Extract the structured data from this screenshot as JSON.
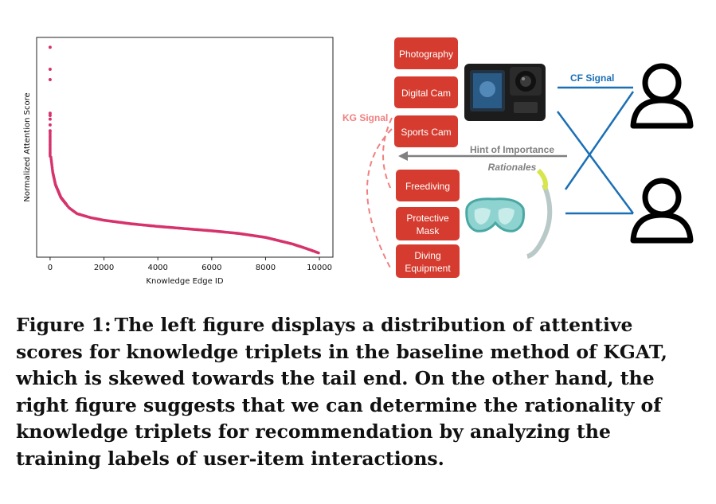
{
  "chart_data": {
    "type": "scatter",
    "title": "",
    "xlabel": "Knowledge Edge ID",
    "ylabel": "Normalized Attention Score",
    "xlim": [
      -500,
      10500
    ],
    "ylim": [
      0,
      1
    ],
    "x_ticks": [
      "0",
      "2000",
      "4000",
      "6000",
      "8000",
      "10000"
    ],
    "x_tick_values": [
      0,
      2000,
      4000,
      6000,
      8000,
      10000
    ],
    "color": "#d6336c",
    "outliers": [
      {
        "x": 0,
        "y": 0.955
      },
      {
        "x": 0,
        "y": 0.855
      },
      {
        "x": 0,
        "y": 0.808
      },
      {
        "x": 0,
        "y": 0.655
      },
      {
        "x": 0,
        "y": 0.645
      },
      {
        "x": 0,
        "y": 0.628
      },
      {
        "x": 0,
        "y": 0.602
      },
      {
        "x": 0,
        "y": 0.575
      }
    ],
    "curve": [
      {
        "x": 30,
        "y": 0.455
      },
      {
        "x": 100,
        "y": 0.385
      },
      {
        "x": 200,
        "y": 0.33
      },
      {
        "x": 400,
        "y": 0.272
      },
      {
        "x": 700,
        "y": 0.225
      },
      {
        "x": 1000,
        "y": 0.198
      },
      {
        "x": 1500,
        "y": 0.18
      },
      {
        "x": 2000,
        "y": 0.168
      },
      {
        "x": 3000,
        "y": 0.152
      },
      {
        "x": 4000,
        "y": 0.14
      },
      {
        "x": 5000,
        "y": 0.13
      },
      {
        "x": 6000,
        "y": 0.12
      },
      {
        "x": 7000,
        "y": 0.108
      },
      {
        "x": 8000,
        "y": 0.09
      },
      {
        "x": 9000,
        "y": 0.06
      },
      {
        "x": 9500,
        "y": 0.04
      },
      {
        "x": 10000,
        "y": 0.018
      }
    ]
  },
  "diagram": {
    "items": [
      "Photography",
      "Digital Cam",
      "Sports Cam"
    ],
    "rationales": [
      "Freediving",
      "Protective Mask",
      "Diving Equipment"
    ],
    "kg_signal": "KG Signal",
    "cf_signal": "CF Signal",
    "hint": "Hint of Importance",
    "rationales_label": "Rationales",
    "colors": {
      "box": "#d53c2f",
      "kg": "#f08080",
      "cf": "#1b6fb5",
      "hint": "#808080"
    }
  },
  "caption": {
    "label": "Figure 1:",
    "text": "The left figure displays a distribution of attentive scores for knowledge triplets in the baseline method of KGAT, which is skewed towards the tail end. On the other hand, the right figure suggests that we can determine the rationality of knowledge triplets for recommendation by analyzing the training labels of user-item interactions."
  }
}
